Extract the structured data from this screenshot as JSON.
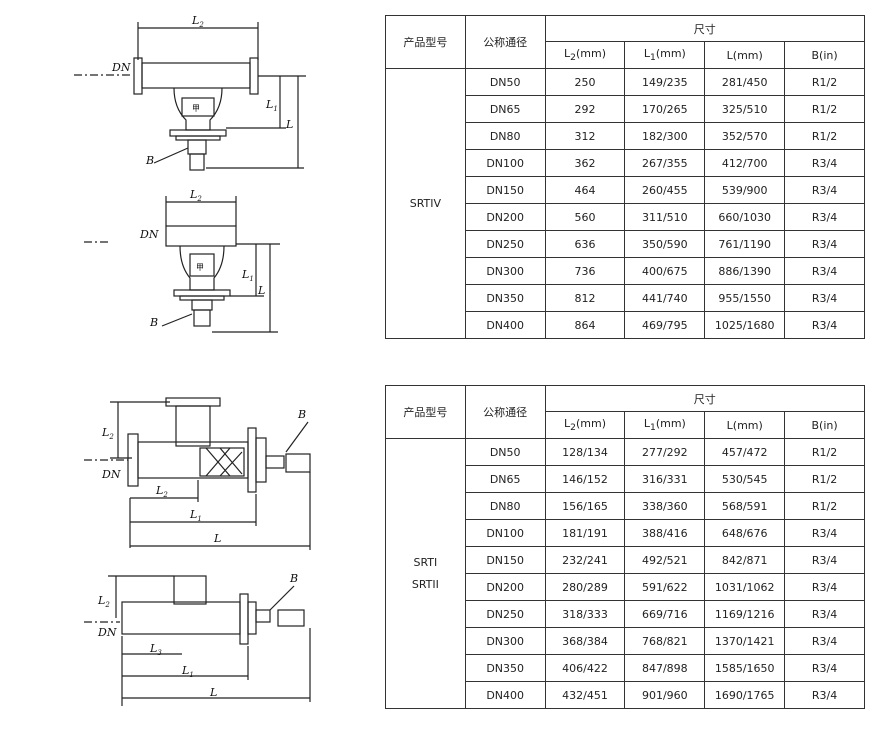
{
  "tables": [
    {
      "header": {
        "model_col": "产品型号",
        "dn_col": "公称通径",
        "dims_group": "尺寸",
        "dims": [
          {
            "base": "L",
            "sub": "2",
            "unit": "(mm)"
          },
          {
            "base": "L",
            "sub": "1",
            "unit": "(mm)"
          },
          {
            "base": "L",
            "sub": "",
            "unit": "(mm)"
          },
          {
            "base": "B",
            "sub": "",
            "unit": "(in)"
          }
        ]
      },
      "model": [
        "SRTIV"
      ],
      "rows": [
        {
          "dn": "DN50",
          "l2": "250",
          "l1": "149/235",
          "l": "281/450",
          "b": "R1/2"
        },
        {
          "dn": "DN65",
          "l2": "292",
          "l1": "170/265",
          "l": "325/510",
          "b": "R1/2"
        },
        {
          "dn": "DN80",
          "l2": "312",
          "l1": "182/300",
          "l": "352/570",
          "b": "R1/2"
        },
        {
          "dn": "DN100",
          "l2": "362",
          "l1": "267/355",
          "l": "412/700",
          "b": "R3/4"
        },
        {
          "dn": "DN150",
          "l2": "464",
          "l1": "260/455",
          "l": "539/900",
          "b": "R3/4"
        },
        {
          "dn": "DN200",
          "l2": "560",
          "l1": "311/510",
          "l": "660/1030",
          "b": "R3/4"
        },
        {
          "dn": "DN250",
          "l2": "636",
          "l1": "350/590",
          "l": "761/1190",
          "b": "R3/4"
        },
        {
          "dn": "DN300",
          "l2": "736",
          "l1": "400/675",
          "l": "886/1390",
          "b": "R3/4"
        },
        {
          "dn": "DN350",
          "l2": "812",
          "l1": "441/740",
          "l": "955/1550",
          "b": "R3/4"
        },
        {
          "dn": "DN400",
          "l2": "864",
          "l1": "469/795",
          "l": "1025/1680",
          "b": "R3/4"
        }
      ]
    },
    {
      "header": {
        "model_col": "产品型号",
        "dn_col": "公称通径",
        "dims_group": "尺寸",
        "dims": [
          {
            "base": "L",
            "sub": "2",
            "unit": "(mm)"
          },
          {
            "base": "L",
            "sub": "1",
            "unit": "(mm)"
          },
          {
            "base": "L",
            "sub": "",
            "unit": "(mm)"
          },
          {
            "base": "B",
            "sub": "",
            "unit": "(in)"
          }
        ]
      },
      "model": [
        "SRTI",
        "SRTII"
      ],
      "rows": [
        {
          "dn": "DN50",
          "l2": "128/134",
          "l1": "277/292",
          "l": "457/472",
          "b": "R1/2"
        },
        {
          "dn": "DN65",
          "l2": "146/152",
          "l1": "316/331",
          "l": "530/545",
          "b": "R1/2"
        },
        {
          "dn": "DN80",
          "l2": "156/165",
          "l1": "338/360",
          "l": "568/591",
          "b": "R1/2"
        },
        {
          "dn": "DN100",
          "l2": "181/191",
          "l1": "388/416",
          "l": "648/676",
          "b": "R3/4"
        },
        {
          "dn": "DN150",
          "l2": "232/241",
          "l1": "492/521",
          "l": "842/871",
          "b": "R3/4"
        },
        {
          "dn": "DN200",
          "l2": "280/289",
          "l1": "591/622",
          "l": "1031/1062",
          "b": "R3/4"
        },
        {
          "dn": "DN250",
          "l2": "318/333",
          "l1": "669/716",
          "l": "1169/1216",
          "b": "R3/4"
        },
        {
          "dn": "DN300",
          "l2": "368/384",
          "l1": "768/821",
          "l": "1370/1421",
          "b": "R3/4"
        },
        {
          "dn": "DN350",
          "l2": "406/422",
          "l1": "847/898",
          "l": "1585/1650",
          "b": "R3/4"
        },
        {
          "dn": "DN400",
          "l2": "432/451",
          "l1": "901/960",
          "l": "1690/1765",
          "b": "R3/4"
        }
      ]
    }
  ],
  "drawings": {
    "labels": {
      "dn": "DN",
      "b": "B",
      "l": "L",
      "l1_base": "L",
      "l1_sub": "1",
      "l2_base": "L",
      "l2_sub": "2",
      "l3_base": "L",
      "l3_sub": "3"
    },
    "casting_mark": "甲"
  }
}
